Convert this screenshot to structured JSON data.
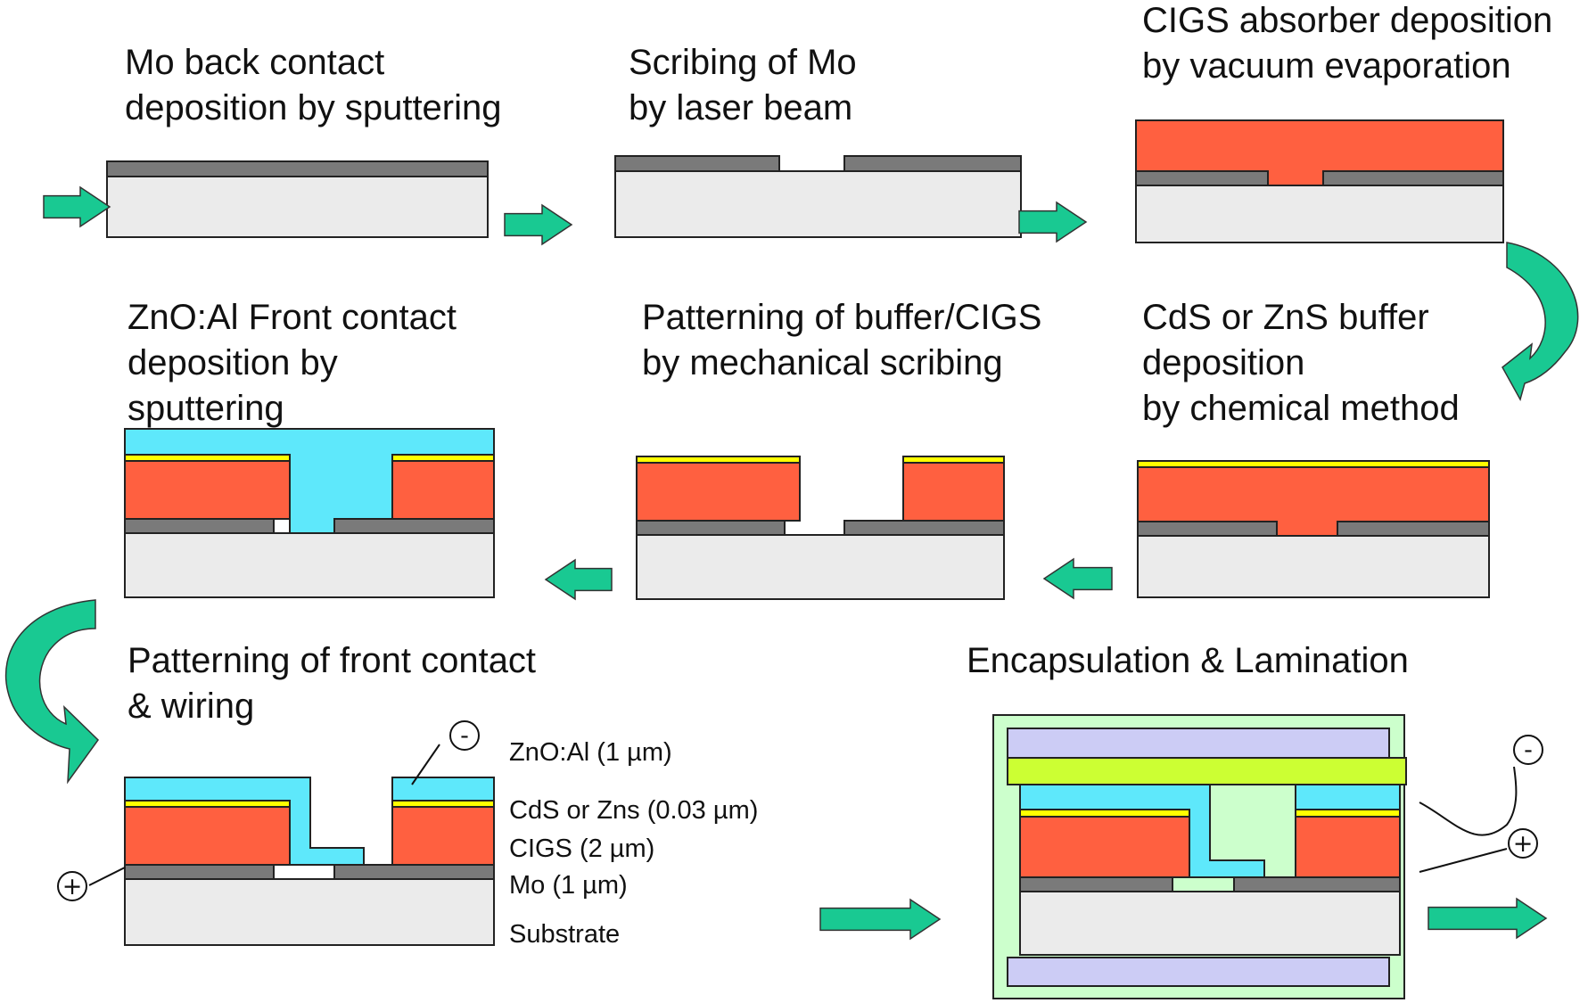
{
  "steps": [
    {
      "id": "mo",
      "lines": [
        "Mo back contact",
        "deposition by sputtering"
      ]
    },
    {
      "id": "scribe-mo",
      "lines": [
        "Scribing of Mo",
        "by laser beam"
      ]
    },
    {
      "id": "cigs",
      "lines": [
        "CIGS absorber deposition",
        "by vacuum evaporation"
      ]
    },
    {
      "id": "buffer",
      "lines": [
        "CdS or ZnS buffer",
        "deposition",
        "by chemical method"
      ]
    },
    {
      "id": "pattern-buffer",
      "lines": [
        "Patterning of buffer/CIGS",
        "by mechanical scribing"
      ]
    },
    {
      "id": "zno",
      "lines": [
        "ZnO:Al Front contact",
        "deposition by",
        "sputtering"
      ]
    },
    {
      "id": "front-pattern",
      "lines": [
        "Patterning of front contact",
        "& wiring"
      ]
    },
    {
      "id": "encapsulation",
      "lines": [
        "Encapsulation & Lamination"
      ]
    }
  ],
  "layer_labels": {
    "zno": "ZnO:Al (1  µm)",
    "cds": "CdS or Zns (0.03  µm)",
    "cigs": "CIGS (2  µm)",
    "mo": "Mo (1  µm)",
    "substrate": "Substrate"
  },
  "terminals": {
    "negative": "-",
    "positive": "+"
  },
  "colors": {
    "substrate": "#ebebeb",
    "mo": "#7a7a7a",
    "cigs": "#ff6040",
    "buffer": "#ffff00",
    "zno": "#5ee8fb",
    "encap_glass": "#ccccf5",
    "encap_eva": "#ccff33",
    "encap_frame": "#ccffcc",
    "arrow": "#19c992",
    "arrow_dark": "#0f8a63",
    "outline": "#222222"
  },
  "icons": {
    "flow": "right-arrow-icon",
    "flow_back": "left-arrow-icon",
    "turn": "curved-arrow-icon"
  }
}
